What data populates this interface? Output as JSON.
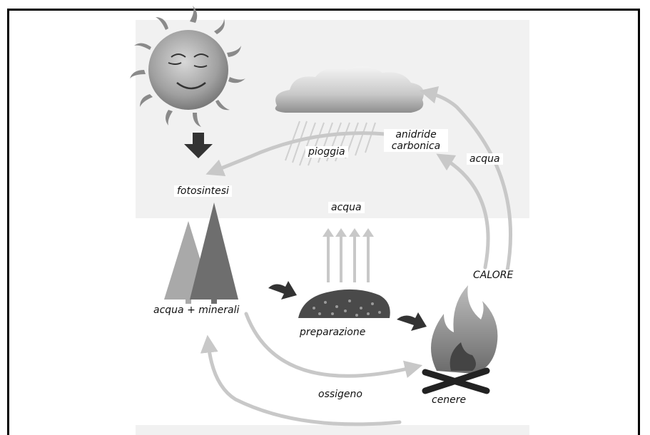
{
  "labels": {
    "fotosintesi": "fotosintesi",
    "pioggia": "pioggia",
    "anidride_1": "anidride",
    "anidride_2": "carbonica",
    "acqua_right": "acqua",
    "acqua_center": "acqua",
    "calore": "CALORE",
    "acqua_minerali": "acqua + minerali",
    "preparazione": "preparazione",
    "ossigeno": "ossigeno",
    "cenere": "cenere"
  },
  "colors": {
    "cycle_arrow": "#c8c8c8",
    "tree_light": "#a9a9a9",
    "tree_dark": "#6e6e6e",
    "sun": "#9a9a9a",
    "cloud": "#bdbdbd",
    "fire": "#8a8a8a",
    "sky_panel": "#f1f1f1"
  },
  "icons": [
    "sun-icon",
    "cloud-icon",
    "rain-icon",
    "tree-icon",
    "woodchip-pile-icon",
    "fire-icon",
    "down-arrow-icon",
    "small-arrow-icon"
  ]
}
